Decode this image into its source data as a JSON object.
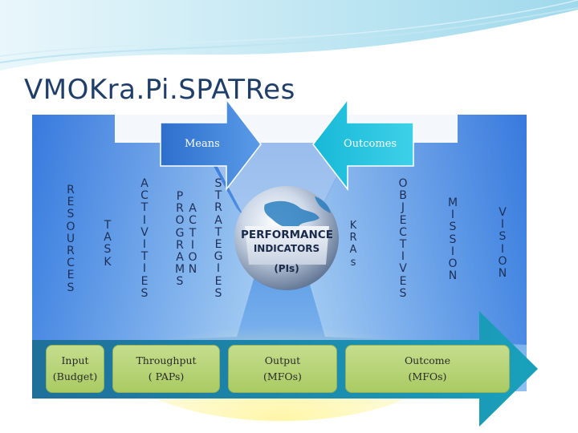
{
  "title": "VMOKra.Pi.SPATRes",
  "arrows": {
    "means": "Means",
    "outcomes": "Outcomes"
  },
  "columns": {
    "resources": "R\nE\nS\nO\nU\nR\nC\nE\nS",
    "task": "T\nA\nS\nK",
    "activities": "A\nC\nT\nI\nV\nI\nT\nI\nE\nS",
    "programs_col1": "P\nR\nO\nG\nR\nA\nM\nS",
    "programs_col2": "\nA\nC\nT\nI\nO\nN",
    "strategies": "S\nT\nR\nA\nT\nE\nG\nI\nE\nS",
    "kras": "K\nR\nA\ns",
    "objectives": "O\nB\nJ\nE\nC\nT\nI\nV\nE\nS",
    "mission": "M\nI\nS\nS\nI\nO\nN",
    "vision": "V\nI\nS\nI\nO\nN"
  },
  "globe": {
    "line1": "PERFORMANCE",
    "line2": "INDICATORS",
    "line3": "(PIs)"
  },
  "boxes": [
    {
      "line1": "Input",
      "line2": "(Budget)"
    },
    {
      "line1": "Throughput",
      "line2": "( PAPs)"
    },
    {
      "line1": "Output",
      "line2": "(MFOs)"
    },
    {
      "line1": "Outcome",
      "line2": "(MFOs)"
    }
  ],
  "colors": {
    "title": "#1f3e6a",
    "panel_blue": "#4f8fe0",
    "arrow_blue": "#3f7fd6",
    "arrow_cyan": "#22c4e0",
    "box_green": "#b4d277",
    "bottom_arrow": "#1f8fae"
  }
}
